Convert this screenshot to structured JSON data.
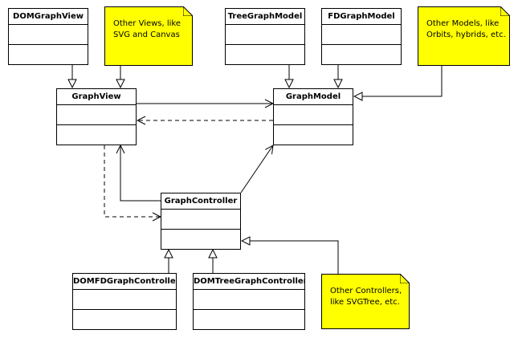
{
  "classes": {
    "dom_graph_view": "DOMGraphView",
    "tree_graph_model": "TreeGraphModel",
    "fd_graph_model": "FDGraphModel",
    "graph_view": "GraphView",
    "graph_model": "GraphModel",
    "graph_controller": "GraphController",
    "dom_fd_graph_controller": "DOMFDGraphController",
    "dom_tree_graph_controller": "DOMTreeGraphController"
  },
  "notes": {
    "views": [
      "Other Views, like",
      "SVG and Canvas"
    ],
    "models": [
      "Other Models, like",
      "Orbits, hybrids, etc."
    ],
    "controllers": [
      "Other Controllers,",
      "like SVGTree, etc."
    ]
  },
  "colors": {
    "note_fill": "#ffff00",
    "line": "#000000",
    "background": "#ffffff"
  }
}
